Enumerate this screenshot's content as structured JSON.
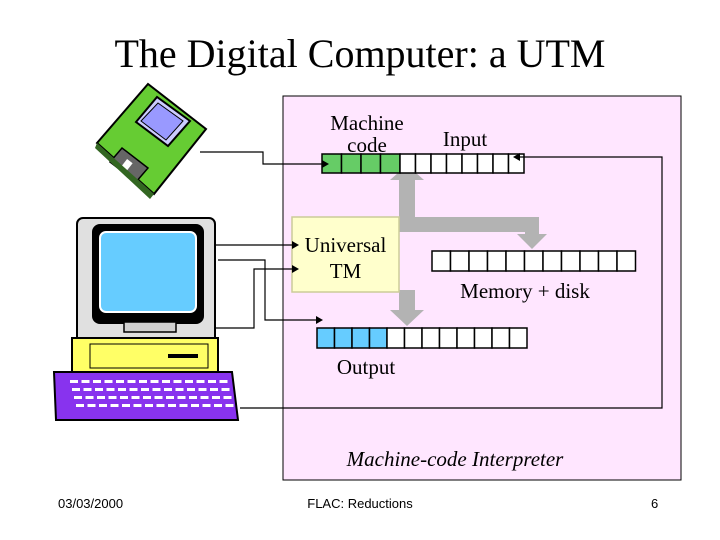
{
  "slide": {
    "title": "The Digital Computer: a UTM",
    "footer_date": "03/03/2000",
    "footer_center": "FLAC: Reductions",
    "page_number": "6"
  },
  "diagram": {
    "machine_code_label": "Machine\ncode",
    "input_label": "Input",
    "utm_label": "Universal\nTM",
    "memory_label": "Memory + disk",
    "output_label": "Output",
    "interpreter_label": "Machine-code Interpreter",
    "tapes": {
      "machine_code_cells": 4,
      "input_cells": 8,
      "memory_cells": 11,
      "output_cells": 12
    },
    "colors": {
      "interpreter_panel": "#ffe6ff",
      "utm_box": "#ffffcc",
      "machine_code_cells": "#66cc66",
      "output_cells": "#66ccff",
      "floppy": "#66cc33",
      "screen": "#66ccff",
      "keyboard": "#8833ee"
    }
  }
}
